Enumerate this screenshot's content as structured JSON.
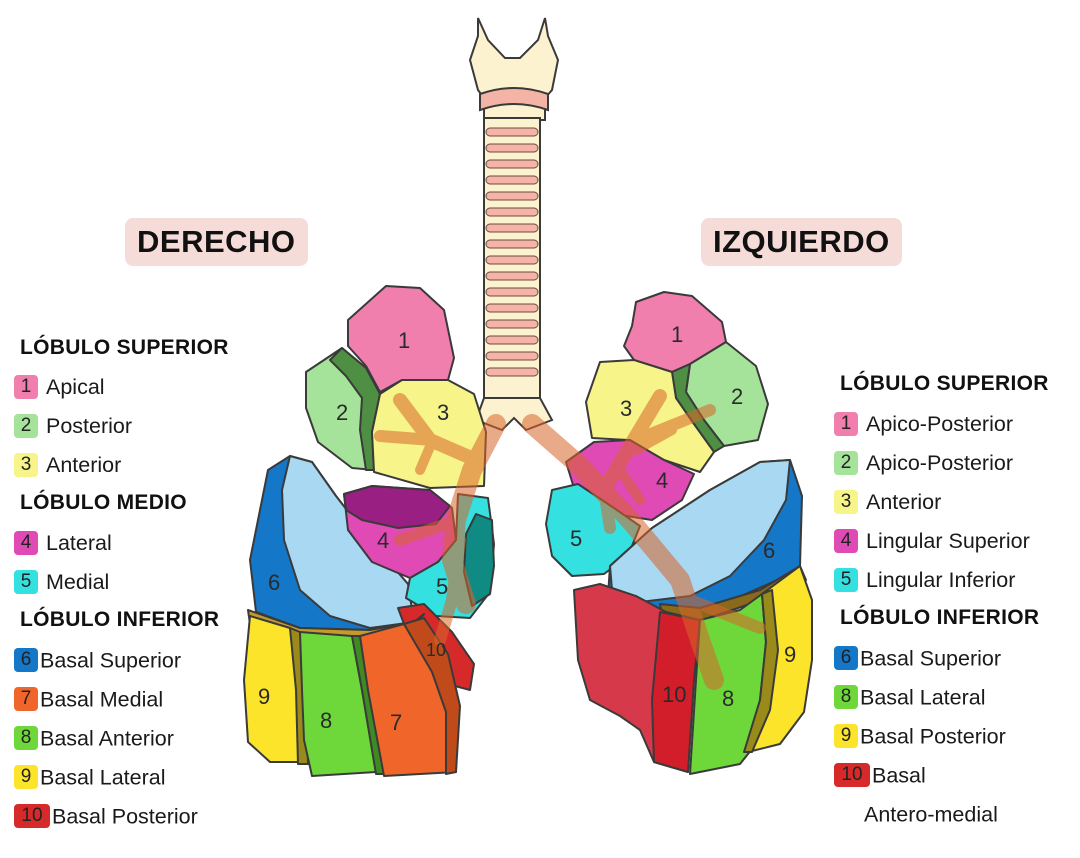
{
  "right_side": {
    "title": "DERECHO",
    "groups": [
      {
        "heading": "LÓBULO SUPERIOR",
        "items": [
          {
            "num": "1",
            "label": "Apical",
            "color": "#f07fae"
          },
          {
            "num": "2",
            "label": "Posterior",
            "color": "#a5e39a"
          },
          {
            "num": "3",
            "label": "Anterior",
            "color": "#f7f58a"
          }
        ]
      },
      {
        "heading": "LÓBULO MEDIO",
        "items": [
          {
            "num": "4",
            "label": "Lateral",
            "color": "#e04ab5"
          },
          {
            "num": "5",
            "label": "Medial",
            "color": "#35e0e0"
          }
        ]
      },
      {
        "heading": "LÓBULO INFERIOR",
        "items": [
          {
            "num": "6",
            "label": "Basal Superior",
            "color": "#1577c7"
          },
          {
            "num": "7",
            "label": "Basal Medial",
            "color": "#f0662a"
          },
          {
            "num": "8",
            "label": "Basal Anterior",
            "color": "#6ed83a"
          },
          {
            "num": "9",
            "label": "Basal Lateral",
            "color": "#fbe42a"
          },
          {
            "num": "10",
            "label": "Basal Posterior",
            "color": "#d62a2a"
          }
        ]
      }
    ]
  },
  "left_side": {
    "title": "IZQUIERDO",
    "groups": [
      {
        "heading": "LÓBULO SUPERIOR",
        "items": [
          {
            "num": "1",
            "label": "Apico-Posterior",
            "color": "#f07fae"
          },
          {
            "num": "2",
            "label": "Apico-Posterior",
            "color": "#a5e39a"
          },
          {
            "num": "3",
            "label": "Anterior",
            "color": "#f7f58a"
          },
          {
            "num": "4",
            "label": "Lingular Superior",
            "color": "#e04ab5"
          },
          {
            "num": "5",
            "label": "Lingular Inferior",
            "color": "#35e0e0"
          }
        ]
      },
      {
        "heading": "LÓBULO INFERIOR",
        "items": [
          {
            "num": "6",
            "label": "Basal Superior",
            "color": "#1577c7"
          },
          {
            "num": "8",
            "label": "Basal Lateral",
            "color": "#6ed83a"
          },
          {
            "num": "9",
            "label": "Basal Posterior",
            "color": "#fbe42a"
          },
          {
            "num": "10",
            "label": "Basal",
            "label2": "Antero-medial",
            "color": "#d62a2a"
          }
        ]
      }
    ]
  },
  "diagram": {
    "right_lung_numbers": [
      "1",
      "2",
      "3",
      "4",
      "5",
      "6",
      "7",
      "8",
      "9",
      "10"
    ],
    "left_lung_numbers": [
      "1",
      "2",
      "3",
      "4",
      "5",
      "6",
      "8",
      "9",
      "10"
    ]
  }
}
